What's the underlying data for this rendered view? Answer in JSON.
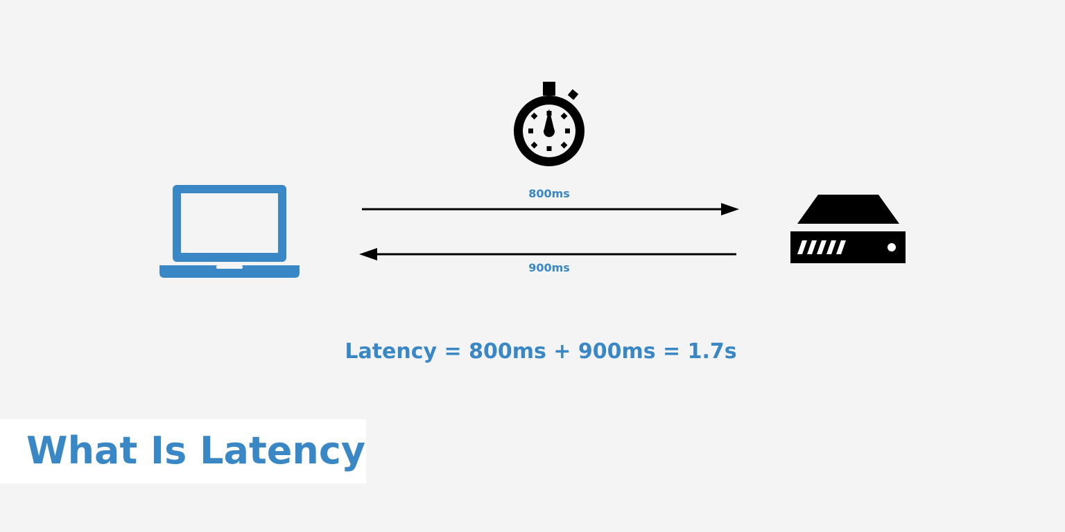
{
  "title": "What Is Latency",
  "request_label": "800ms",
  "response_label": "900ms",
  "formula": "Latency = 800ms + 900ms = 1.7s",
  "icons": {
    "timer": "stopwatch-icon",
    "client": "laptop-icon",
    "server": "server-icon"
  },
  "colors": {
    "background": "#f4f4f4",
    "accent": "#3a87c6",
    "icon_dark": "#000000",
    "title_box": "#ffffff"
  }
}
